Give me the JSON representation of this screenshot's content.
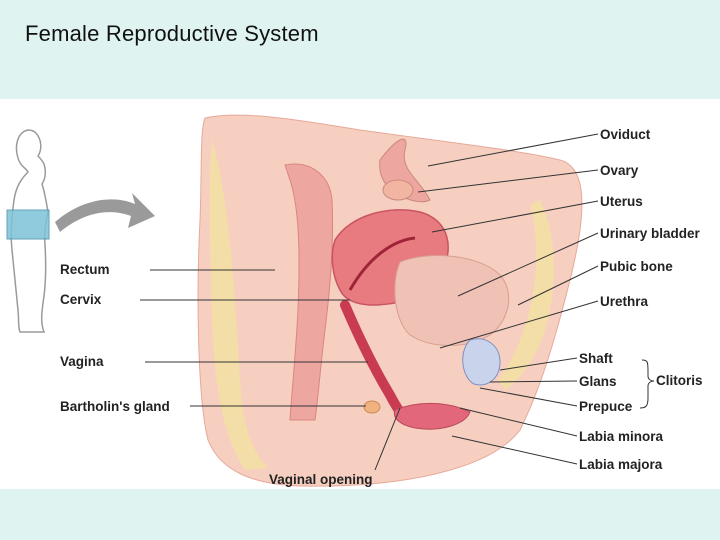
{
  "page": {
    "title": "Female Reproductive System"
  },
  "labels": {
    "oviduct": "Oviduct",
    "ovary": "Ovary",
    "uterus": "Uterus",
    "urinary_bladder": "Urinary bladder",
    "pubic_bone": "Pubic bone",
    "urethra": "Urethra",
    "shaft": "Shaft",
    "glans": "Glans",
    "clitoris": "Clitoris",
    "prepuce": "Prepuce",
    "labia_minora": "Labia minora",
    "labia_majora": "Labia majora",
    "rectum": "Rectum",
    "cervix": "Cervix",
    "vagina": "Vagina",
    "bartholins_gland": "Bartholin's gland",
    "vaginal_opening": "Vaginal opening"
  },
  "colors": {
    "background": "#dff3f1",
    "panel": "#ffffff",
    "tissue_light": "#f6cfc0",
    "tissue_pink": "#eea7a0",
    "tissue_red": "#d9475a",
    "fat_yellow": "#f3e1a0",
    "arrow_gray": "#9a9a9a",
    "highlight_box": "#7cc3d6"
  }
}
